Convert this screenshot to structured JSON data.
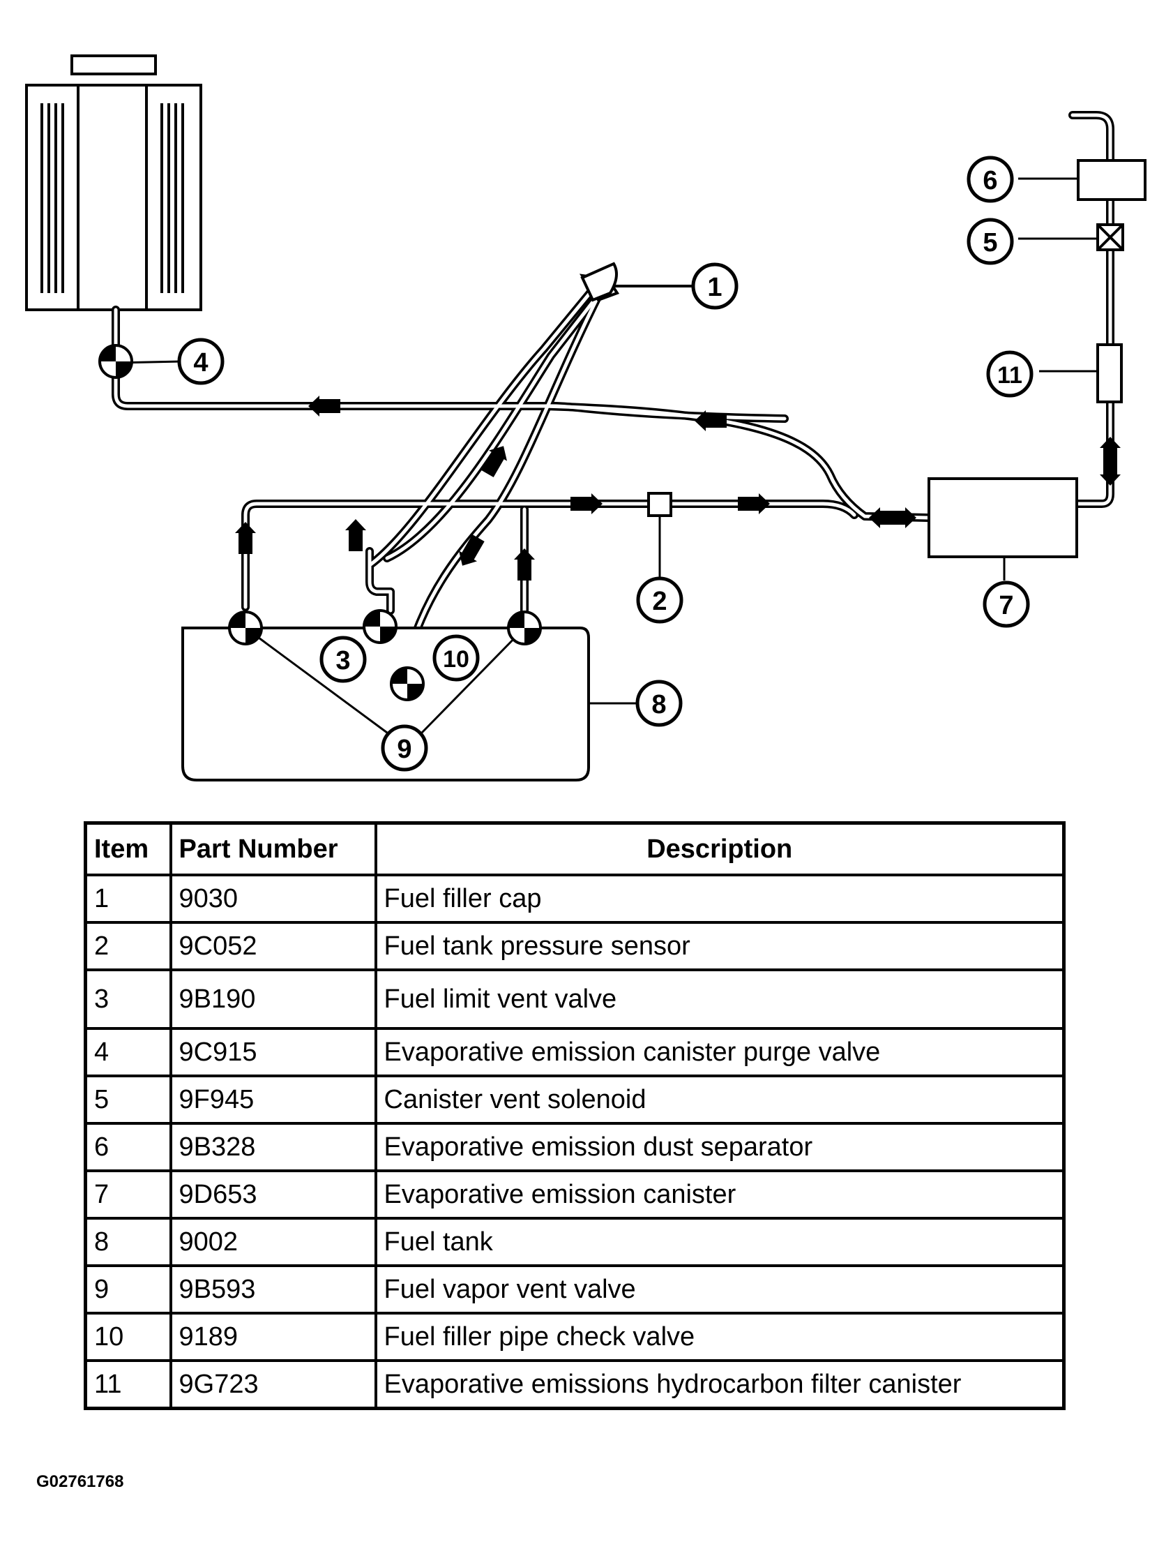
{
  "callouts": [
    "1",
    "2",
    "3",
    "4",
    "5",
    "6",
    "7",
    "8",
    "9",
    "10",
    "11"
  ],
  "table": {
    "headers": {
      "item": "Item",
      "part_number": "Part Number",
      "description": "Description"
    },
    "rows": [
      {
        "item": "1",
        "part_number": "9030",
        "description": "Fuel filler cap"
      },
      {
        "item": "2",
        "part_number": "9C052",
        "description": "Fuel tank pressure sensor"
      },
      {
        "item": "3",
        "part_number": "9B190",
        "description": "Fuel limit vent valve"
      },
      {
        "item": "4",
        "part_number": "9C915",
        "description": "Evaporative emission canister purge valve"
      },
      {
        "item": "5",
        "part_number": "9F945",
        "description": "Canister vent solenoid"
      },
      {
        "item": "6",
        "part_number": "9B328",
        "description": "Evaporative emission dust separator"
      },
      {
        "item": "7",
        "part_number": "9D653",
        "description": "Evaporative emission canister"
      },
      {
        "item": "8",
        "part_number": "9002",
        "description": "Fuel tank"
      },
      {
        "item": "9",
        "part_number": "9B593",
        "description": "Fuel vapor vent valve"
      },
      {
        "item": "10",
        "part_number": "9189",
        "description": "Fuel filler pipe check valve"
      },
      {
        "item": "11",
        "part_number": "9G723",
        "description": "Evaporative emissions hydrocarbon filter canister"
      }
    ]
  },
  "figure_code": "G02761768"
}
